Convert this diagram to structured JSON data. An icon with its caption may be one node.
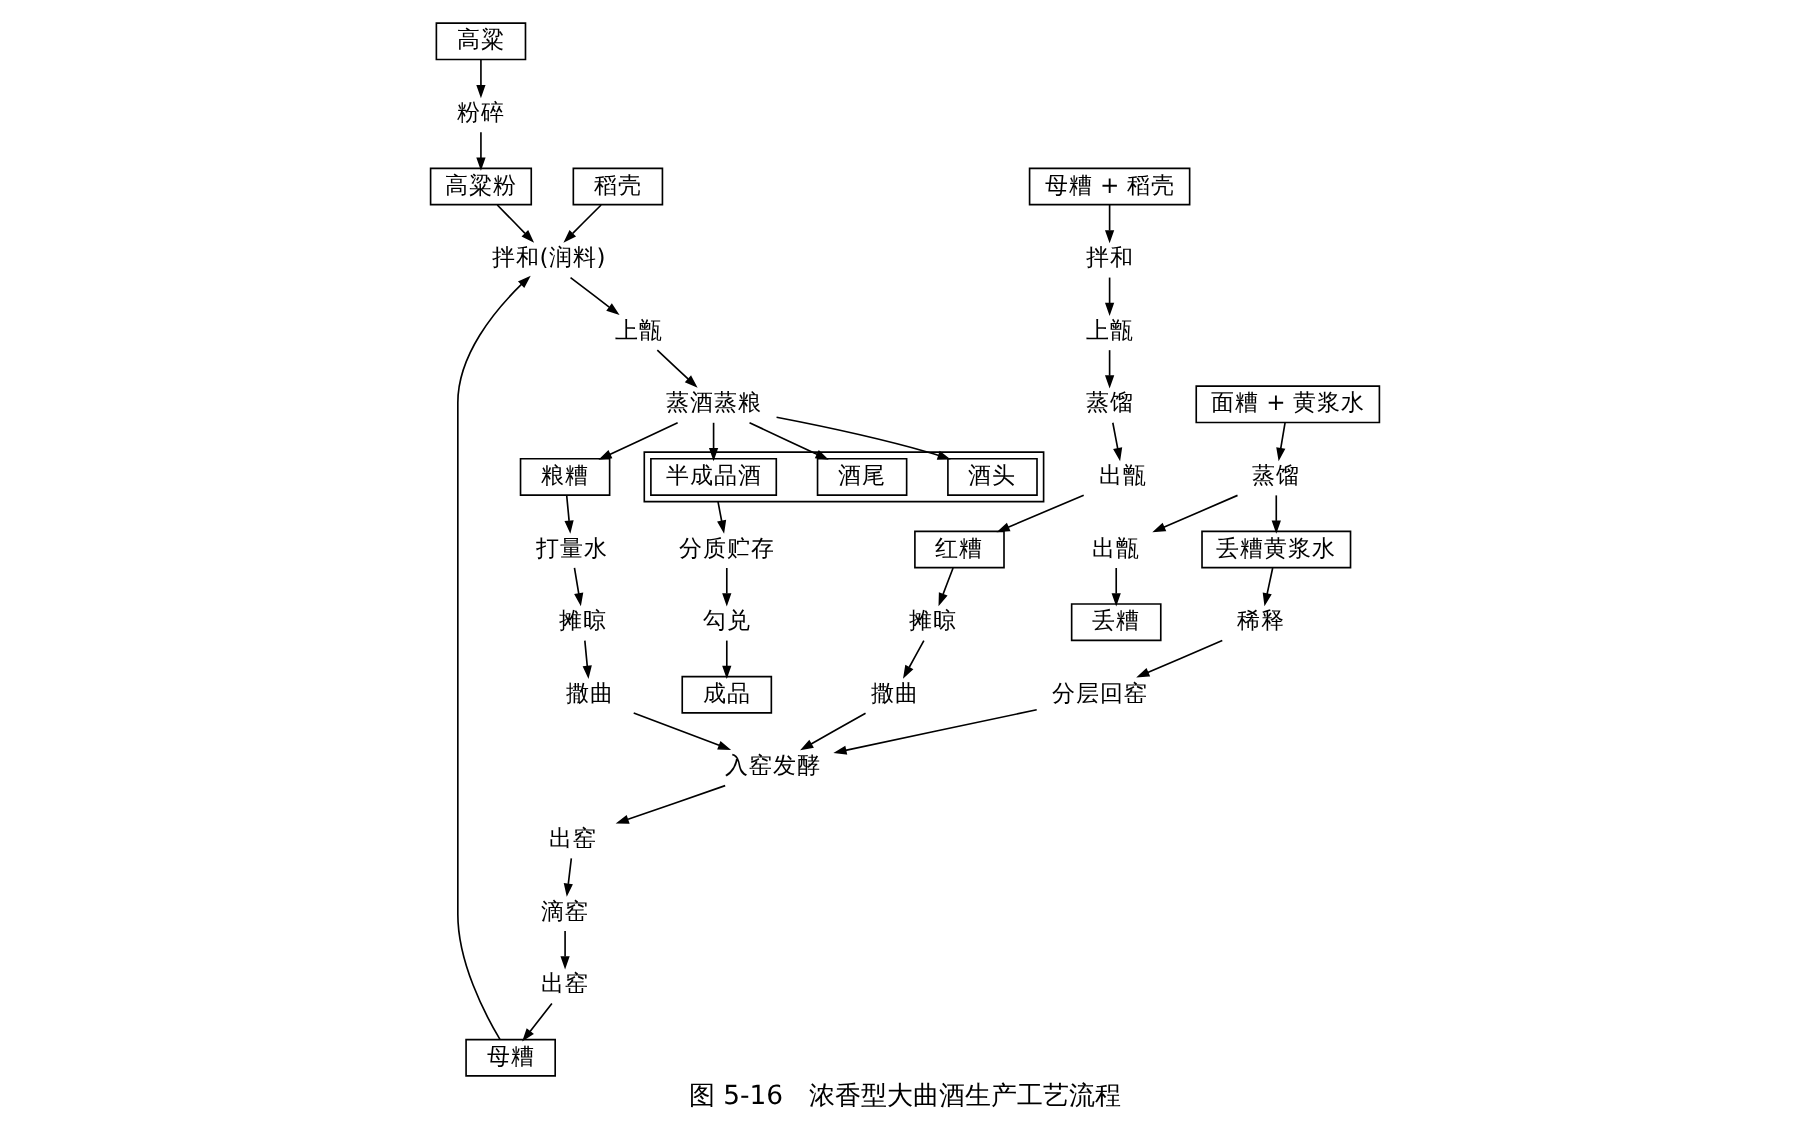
{
  "diagram": {
    "caption": "图 5-16　浓香型大曲酒生产工艺流程",
    "nodes": [
      {
        "text": [
          "高粱"
        ]
      },
      {
        "text": [
          "粉碎"
        ]
      },
      {
        "text": [
          "高粱粉"
        ]
      },
      {
        "text": [
          "稻壳"
        ]
      },
      {
        "text": [
          "拌和(润料)"
        ]
      },
      {
        "text": [
          "母糟"
        ]
      },
      {
        "text": [
          "上甑"
        ]
      },
      {
        "text": [
          "蒸酒蒸粮"
        ]
      },
      {
        "text": [],
        "shape": "box"
      },
      {
        "text": [
          "酒头"
        ],
        "in": 8
      },
      {
        "text": [
          "酒尾"
        ],
        "in": 8
      },
      {
        "text": [
          "半成品酒"
        ],
        "in": 8
      },
      {
        "text": [
          "粮糟"
        ]
      },
      {
        "text": [
          "打量水"
        ]
      },
      {
        "text": [
          "摊晾"
        ]
      },
      {
        "text": [
          "撒曲"
        ]
      },
      {
        "text": [
          "分质贮存"
        ]
      },
      {
        "text": [
          "勾兑"
        ]
      },
      {
        "text": [
          "成品"
        ]
      },
      {
        "text": [
          "入窑发酵"
        ]
      },
      {
        "text": [
          "出窑"
        ]
      },
      {
        "text": [
          "滴窑"
        ]
      },
      {
        "text": [
          "出窑"
        ]
      },
      {
        "text": [
          "母糟 + 稻壳"
        ]
      },
      {
        "text": [
          "拌和"
        ]
      },
      {
        "text": [
          "上甑"
        ]
      },
      {
        "text": [
          "蒸馏"
        ]
      },
      {
        "text": [
          "出甑"
        ]
      },
      {
        "text": [
          "红糟"
        ]
      },
      {
        "text": [
          "摊晾"
        ]
      },
      {
        "text": [
          "撒曲"
        ]
      },
      {
        "text": [
          "面糟 + 黄浆水"
        ]
      },
      {
        "text": [
          "蒸馏"
        ]
      },
      {
        "text": [
          "出甑"
        ]
      },
      {
        "text": [
          "丢糟黄浆水"
        ]
      },
      {
        "text": [
          "丢糟"
        ]
      },
      {
        "text": [
          "稀释"
        ]
      },
      {
        "text": [
          "分层回窑"
        ]
      }
    ],
    "edges": [
      {
        "from": 0,
        "to": 1,
        "arrow": "to"
      },
      {
        "from": 1,
        "to": 2,
        "arrow": "to"
      },
      {
        "from": 2,
        "to": 4,
        "arrow": "to"
      },
      {
        "from": 3,
        "to": 4,
        "arrow": "to"
      },
      {
        "from": 5,
        "to": 4,
        "arrow": "to"
      },
      {
        "from": 4,
        "to": 6,
        "arrow": "to"
      },
      {
        "from": 6,
        "to": 7,
        "arrow": "to"
      },
      {
        "from": 7,
        "to": 9,
        "arrow": "to"
      },
      {
        "from": 7,
        "to": 10,
        "arrow": "to"
      },
      {
        "from": 7,
        "to": 11,
        "arrow": "to"
      },
      {
        "from": 7,
        "to": 12,
        "arrow": "to"
      },
      {
        "from": 12,
        "to": 13,
        "arrow": "to"
      },
      {
        "from": 13,
        "to": 14,
        "arrow": "to"
      },
      {
        "from": 14,
        "to": 15,
        "arrow": "to"
      },
      {
        "from": 15,
        "to": 19,
        "arrow": "to"
      },
      {
        "from": 19,
        "to": 20,
        "arrow": "to"
      },
      {
        "from": 20,
        "to": 21,
        "arrow": "to"
      },
      {
        "from": 21,
        "to": 22,
        "arrow": "to"
      },
      {
        "from": 22,
        "to": 5,
        "arrow": "to"
      },
      {
        "from": 8,
        "to": 16,
        "arrow": "to"
      },
      {
        "from": 16,
        "to": 17,
        "arrow": "to"
      },
      {
        "from": 17,
        "to": 18,
        "arrow": "to"
      },
      {
        "from": 23,
        "to": 24,
        "arrow": "to"
      },
      {
        "from": 24,
        "to": 25,
        "arrow": "to"
      },
      {
        "from": 25,
        "to": 26,
        "arrow": "to"
      },
      {
        "from": 26,
        "to": 27,
        "arrow": "to"
      },
      {
        "from": 27,
        "to": 28,
        "arrow": "to"
      },
      {
        "from": 28,
        "to": 29,
        "arrow": "to"
      },
      {
        "from": 29,
        "to": 30,
        "arrow": "to"
      },
      {
        "from": 30,
        "to": 19,
        "arrow": "to"
      },
      {
        "from": 31,
        "to": 32,
        "arrow": "to"
      },
      {
        "from": 32,
        "to": 33,
        "arrow": "to"
      },
      {
        "from": 33,
        "to": 35,
        "arrow": "to"
      },
      {
        "from": 32,
        "to": 34,
        "arrow": "to"
      },
      {
        "from": 34,
        "to": 36,
        "arrow": "to"
      },
      {
        "from": 36,
        "to": 37,
        "arrow": "to"
      },
      {
        "from": 37,
        "to": 19,
        "arrow": "to"
      }
    ]
  }
}
